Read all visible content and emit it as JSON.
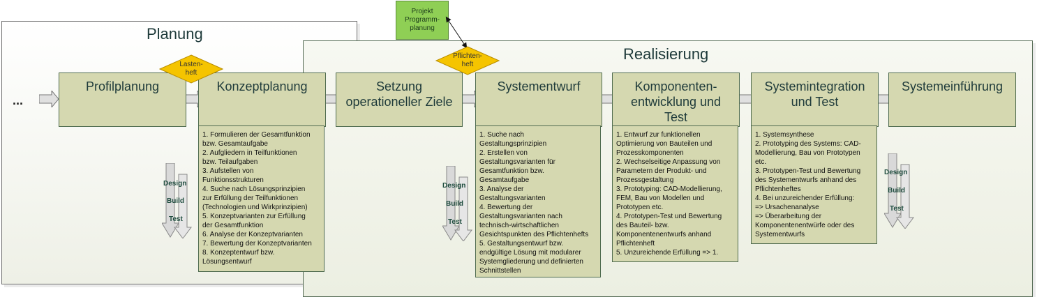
{
  "planung_title": "Planung",
  "realisierung_title": "Realisierung",
  "ellipsis": "...",
  "projekt": [
    "Projekt",
    "Programm-",
    "planung"
  ],
  "lastenheft": [
    "Lasten-",
    "heft"
  ],
  "pflichtenheft": [
    "Pflichten-",
    "heft"
  ],
  "phases": {
    "profilplanung": [
      "Profilplanung"
    ],
    "konzeptplanung": [
      "Konzeptplanung"
    ],
    "setzung": [
      "Setzung",
      "operationeller Ziele"
    ],
    "systementwurf": [
      "Systementwurf"
    ],
    "komponenten": [
      "Komponenten-",
      "entwicklung und",
      "Test"
    ],
    "systemintegration": [
      "Systemintegration",
      "und Test"
    ],
    "systemeinfuehrung": [
      "Systemeinführung"
    ]
  },
  "descriptions": {
    "konzeptplanung": [
      "1. Formulieren der Gesamtfunktion",
      "bzw. Gesamtaufgabe",
      "2. Aufgliedern in Teilfunktionen",
      "bzw. Teilaufgaben",
      "3. Aufstellen von",
      "Funktionsstrukturen",
      "4. Suche nach Lösungsprinzipien",
      "zur Erfüllung der Teilfunktionen",
      "(Technologien und Wirkprinzipien)",
      "5. Konzeptvarianten zur Erfüllung",
      "der Gesamtfunktion",
      "6. Analyse der Konzeptvarianten",
      "7. Bewertung der Konzeptvarianten",
      "8. Konzeptentwurf bzw.",
      "Lösungsentwurf"
    ],
    "systementwurf": [
      "1. Suche nach",
      "Gestaltungsprinzipien",
      "2. Erstellen von",
      "Gestaltungsvarianten für",
      "Gesamtfunktion bzw.",
      "Gesamtaufgabe",
      "3. Analyse der",
      "Gestaltungsvarianten",
      "4. Bewertung der",
      "Gestaltungsvarianten nach",
      "technisch-wirtschaftlichen",
      "Gesichtspunkten des Pflichtenhefts",
      "5. Gestaltungsentwurf bzw.",
      "endgültige Lösung mit modularer",
      "Systemgliederung und definierten",
      "Schnittstellen"
    ],
    "komponenten": [
      "1. Entwurf zur funktionellen",
      "Optimierung von Bauteilen und",
      "Prozesskomponenten",
      "2. Wechselseitige Anpassung von",
      "Parametern der Produkt- und",
      "Prozessgestaltung",
      "3. Prototyping: CAD-Modellierung,",
      "FEM, Bau von Modellen und",
      "Prototypen etc.",
      "4. Prototypen-Test und Bewertung",
      "des Bauteil- bzw.",
      "Komponentenentwurfs anhand",
      "Pflichtenheft",
      "5. Unzureichende Erfüllung => 1."
    ],
    "systemintegration": [
      "1. Systemsynthese",
      "2. Prototyping des Systems: CAD-",
      "Modellierung, Bau von Prototypen",
      "etc.",
      "3. Prototypen-Test und Bewertung",
      "des Systementwurfs anhand des",
      "Pflichtenheftes",
      "4. Bei unzureichender Erfüllung:",
      "=> Ursachenanalyse",
      "=> Überarbeitung der",
      "Komponentenentwürfe oder des",
      "Systementwurfs"
    ]
  },
  "dbt": [
    "Design",
    "Build",
    "Test"
  ],
  "colors": {
    "phase_fill": "#d5d8b0",
    "phase_border": "#4f6b4f",
    "diamond": "#f5c400",
    "projekt_box": "#8fcf55",
    "title_text": "#1e3a3a",
    "dbt_text": "#1f4d3f"
  },
  "icons": {
    "flow_arrow": "block-arrow-right-icon",
    "design_build_test": "down-arrow-icon"
  }
}
